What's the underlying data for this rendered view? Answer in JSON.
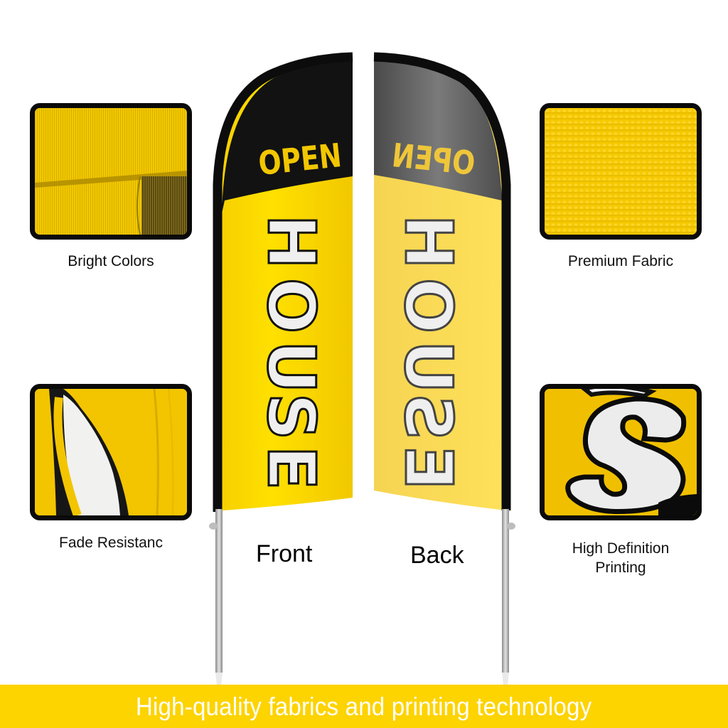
{
  "features": [
    {
      "label": "Bright Colors",
      "texture": "folded-yellow-fabric"
    },
    {
      "label": "Premium Fabric",
      "texture": "yellow-knit-fabric"
    },
    {
      "label": "Fade Resistanc",
      "texture": "yellow-white-black-fabric"
    },
    {
      "label": "High Definition Printing",
      "label_line1": "High Definition",
      "label_line2": "Printing",
      "texture": "printed-letter-s"
    }
  ],
  "flags": {
    "front": {
      "caption": "Front",
      "top_text": "OPEN",
      "main_text": "HOUSE"
    },
    "back": {
      "caption": "Back",
      "top_text": "OPEN",
      "main_text": "HOUSE"
    }
  },
  "banner": {
    "text": "High-quality fabrics and printing technology"
  },
  "colors": {
    "yellow": "#fdd300",
    "black": "#0a0a0a",
    "white": "#ffffff",
    "banner": "#fdd300"
  }
}
